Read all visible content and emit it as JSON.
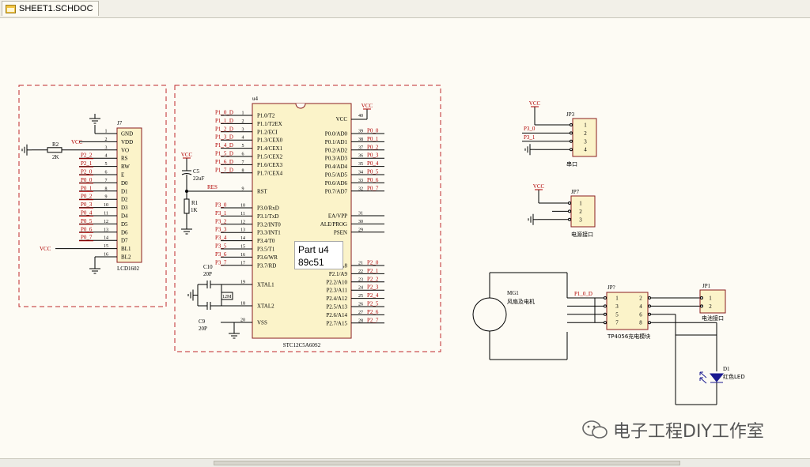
{
  "tab": {
    "label": "SHEET1.SCHDOC",
    "icon": "schematic-doc-icon"
  },
  "tooltip": {
    "line1": "Part u4",
    "line2": "89c51"
  },
  "watermark": {
    "text": "电子工程DIY工作室",
    "icon": "wechat-icon"
  },
  "lcd": {
    "ref": "J7",
    "part": "LCD1602",
    "pins": [
      {
        "num": "1",
        "name": "GND",
        "net": ""
      },
      {
        "num": "2",
        "name": "VDD",
        "net": "VCC"
      },
      {
        "num": "3",
        "name": "VO",
        "net": ""
      },
      {
        "num": "4",
        "name": "RS",
        "net": "P2_2"
      },
      {
        "num": "5",
        "name": "RW",
        "net": "P2_1"
      },
      {
        "num": "6",
        "name": "E",
        "net": "P2_0"
      },
      {
        "num": "7",
        "name": "D0",
        "net": "P0_0"
      },
      {
        "num": "8",
        "name": "D1",
        "net": "P0_1"
      },
      {
        "num": "9",
        "name": "D2",
        "net": "P0_2"
      },
      {
        "num": "10",
        "name": "D3",
        "net": "P0_3"
      },
      {
        "num": "11",
        "name": "D4",
        "net": "P0_4"
      },
      {
        "num": "12",
        "name": "D5",
        "net": "P0_5"
      },
      {
        "num": "13",
        "name": "D6",
        "net": "P0_6"
      },
      {
        "num": "14",
        "name": "D7",
        "net": "P0_7"
      },
      {
        "num": "15",
        "name": "BL1",
        "net": "VCC"
      },
      {
        "num": "16",
        "name": "BL2",
        "net": ""
      }
    ],
    "r2": {
      "ref": "R2",
      "value": "2K"
    }
  },
  "mcu": {
    "ref": "u4",
    "part": "STC12C5A60S2",
    "left_top": [
      {
        "num": "1",
        "name": "P1.0/T2",
        "net": "P1_0_D"
      },
      {
        "num": "2",
        "name": "P1.1/T2EX",
        "net": "P1_1_D"
      },
      {
        "num": "3",
        "name": "P1.2/ECI",
        "net": "P1_2_D"
      },
      {
        "num": "4",
        "name": "P1.3/CEX0",
        "net": "P1_3_D"
      },
      {
        "num": "5",
        "name": "P1.4/CEX1",
        "net": "P1_4_D"
      },
      {
        "num": "6",
        "name": "P1.5/CEX2",
        "net": "P1_5_D"
      },
      {
        "num": "7",
        "name": "P1.6/CEX3",
        "net": "P1_6_D"
      },
      {
        "num": "8",
        "name": "P1.7/CEX4",
        "net": "P1_7_D"
      }
    ],
    "rst": {
      "num": "9",
      "name": "RST",
      "net": "RES"
    },
    "left_mid": [
      {
        "num": "10",
        "name": "P3.0/RxD",
        "net": "P3_0"
      },
      {
        "num": "11",
        "name": "P3.1/TxD",
        "net": "P3_1"
      },
      {
        "num": "12",
        "name": "P3.2/INT0",
        "net": "P3_2"
      },
      {
        "num": "13",
        "name": "P3.3/INT1",
        "net": "P3_3"
      },
      {
        "num": "14",
        "name": "P3.4/T0",
        "net": "P3_4"
      },
      {
        "num": "15",
        "name": "P3.5/T1",
        "net": "P3_5"
      },
      {
        "num": "16",
        "name": "P3.6/WR",
        "net": "P3_6"
      },
      {
        "num": "17",
        "name": "P3.7/RD",
        "net": "P3_7"
      }
    ],
    "xtal1": {
      "num": "19",
      "name": "XTAL1"
    },
    "xtal2": {
      "num": "18",
      "name": "XTAL2"
    },
    "vss": {
      "num": "20",
      "name": "VSS"
    },
    "vcc": {
      "num": "40",
      "name": "VCC",
      "net": "VCC"
    },
    "right_top": [
      {
        "num": "39",
        "name": "P0.0/AD0",
        "net": "P0_0"
      },
      {
        "num": "38",
        "name": "P0.1/AD1",
        "net": "P0_1"
      },
      {
        "num": "37",
        "name": "P0.2/AD2",
        "net": "P0_2"
      },
      {
        "num": "36",
        "name": "P0.3/AD3",
        "net": "P0_3"
      },
      {
        "num": "35",
        "name": "P0.4/AD4",
        "net": "P0_4"
      },
      {
        "num": "34",
        "name": "P0.5/AD5",
        "net": "P0_5"
      },
      {
        "num": "33",
        "name": "P0.6/AD6",
        "net": "P0_6"
      },
      {
        "num": "32",
        "name": "P0.7/AD7",
        "net": "P0_7"
      }
    ],
    "right_mid": [
      {
        "num": "31",
        "name": "EA/VPP",
        "net": ""
      },
      {
        "num": "30",
        "name": "ALE/PROG",
        "net": ""
      },
      {
        "num": "29",
        "name": "PSEN",
        "net": ""
      }
    ],
    "right_bot": [
      {
        "num": "21",
        "name": "P2.0/A8",
        "net": "P2_0"
      },
      {
        "num": "22",
        "name": "P2.1/A9",
        "net": "P2_1"
      },
      {
        "num": "23",
        "name": "P2.2/A10",
        "net": "P2_2"
      },
      {
        "num": "24",
        "name": "P2.3/A11",
        "net": "P2_3"
      },
      {
        "num": "25",
        "name": "P2.4/A12",
        "net": "P2_4"
      },
      {
        "num": "26",
        "name": "P2.5/A13",
        "net": "P2_5"
      },
      {
        "num": "27",
        "name": "P2.6/A14",
        "net": "P2_6"
      },
      {
        "num": "28",
        "name": "P2.7/A15",
        "net": "P2_7"
      }
    ],
    "c5": {
      "ref": "C5",
      "value": "22uF"
    },
    "r1": {
      "ref": "R1",
      "value": "1K"
    },
    "c10": {
      "ref": "C10",
      "value": "20P"
    },
    "c9": {
      "ref": "C9",
      "value": "20P"
    },
    "xtal": {
      "value": "12M"
    },
    "vcc_label": "VCC"
  },
  "jp3": {
    "ref": "JP3",
    "label": "串口",
    "vcc": "VCC",
    "pins": [
      "1",
      "2",
      "3",
      "4"
    ],
    "nets": [
      "P3_0",
      "P3_1"
    ]
  },
  "jp7": {
    "ref": "JP7",
    "label": "电源接口",
    "vcc": "VCC",
    "pins": [
      "1",
      "2",
      "3"
    ]
  },
  "motor": {
    "ref": "MG1",
    "label": "风扇及电机"
  },
  "jp2": {
    "ref": "JP?",
    "label": "TP4056充电模块",
    "net": "P1_0_D",
    "pins_left": [
      "1",
      "3",
      "5",
      "7"
    ],
    "pins_right": [
      "2",
      "4",
      "6",
      "8"
    ]
  },
  "jp1": {
    "ref": "JP1",
    "label": "电池接口",
    "pins": [
      "1",
      "2"
    ]
  },
  "d1": {
    "ref": "D1",
    "label": "红色LED"
  }
}
